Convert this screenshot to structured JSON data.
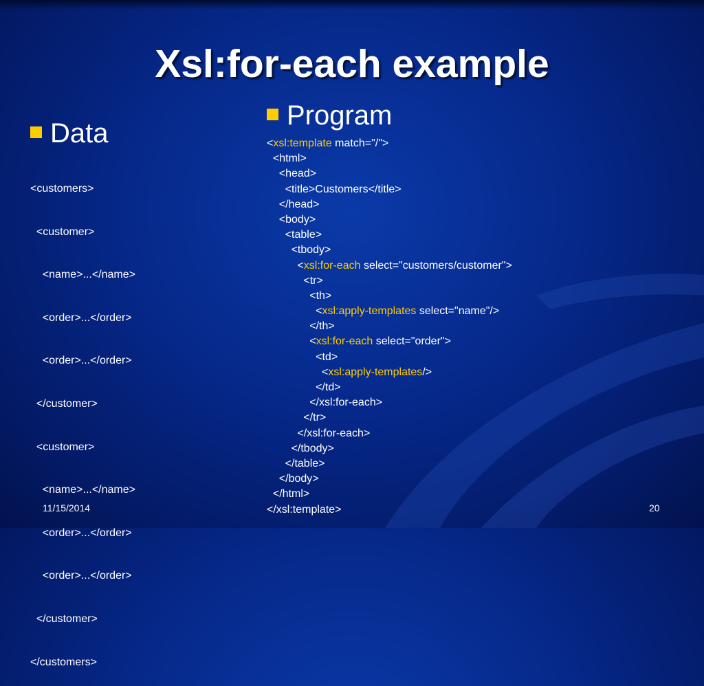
{
  "slide": {
    "title": "Xsl:for-each example",
    "date": "11/15/2014",
    "page_number": "20"
  },
  "colors": {
    "background": "#06288a",
    "bullet": "#ffcc00",
    "xsl_keyword": "#ffcc00",
    "text": "#ffffff"
  },
  "data_section": {
    "heading": "Data",
    "lines": [
      {
        "text": "<customers>"
      },
      {
        "text": "  <customer>"
      },
      {
        "text": "    <name>...</name>"
      },
      {
        "text": "    <order>...</order>"
      },
      {
        "text": "    <order>...</order>"
      },
      {
        "text": "  </customer>"
      },
      {
        "text": "  <customer>"
      },
      {
        "text": "    <name>...</name>"
      },
      {
        "text": "    <order>...</order>"
      },
      {
        "text": "    <order>...</order>"
      },
      {
        "text": "  </customer>"
      },
      {
        "text": "</customers>"
      }
    ]
  },
  "program_section": {
    "heading": "Program",
    "lines": [
      {
        "pre": "<",
        "kw": "xsl:template",
        "post": " match=\"/\">"
      },
      {
        "pre": "  <html>",
        "kw": "",
        "post": ""
      },
      {
        "pre": "    <head>",
        "kw": "",
        "post": ""
      },
      {
        "pre": "      <title>Customers</title>",
        "kw": "",
        "post": ""
      },
      {
        "pre": "    </head>",
        "kw": "",
        "post": ""
      },
      {
        "pre": "    <body>",
        "kw": "",
        "post": ""
      },
      {
        "pre": "      <table>",
        "kw": "",
        "post": ""
      },
      {
        "pre": "        <tbody>",
        "kw": "",
        "post": ""
      },
      {
        "pre": "          <",
        "kw": "xsl:for-each",
        "post": " select=\"customers/customer\">"
      },
      {
        "pre": "            <tr>",
        "kw": "",
        "post": ""
      },
      {
        "pre": "              <th>",
        "kw": "",
        "post": ""
      },
      {
        "pre": "                <",
        "kw": "xsl:apply-templates",
        "post": " select=\"name\"/>"
      },
      {
        "pre": "              </th>",
        "kw": "",
        "post": ""
      },
      {
        "pre": "              <",
        "kw": "xsl:for-each",
        "post": " select=\"order\">"
      },
      {
        "pre": "                <td>",
        "kw": "",
        "post": ""
      },
      {
        "pre": "                  <",
        "kw": "xsl:apply-templates",
        "post": "/>"
      },
      {
        "pre": "                </td>",
        "kw": "",
        "post": ""
      },
      {
        "pre": "              </xsl:for-each>",
        "kw": "",
        "post": ""
      },
      {
        "pre": "            </tr>",
        "kw": "",
        "post": ""
      },
      {
        "pre": "          </xsl:for-each>",
        "kw": "",
        "post": ""
      },
      {
        "pre": "        </tbody>",
        "kw": "",
        "post": ""
      },
      {
        "pre": "      </table>",
        "kw": "",
        "post": ""
      },
      {
        "pre": "    </body>",
        "kw": "",
        "post": ""
      },
      {
        "pre": "  </html>",
        "kw": "",
        "post": ""
      },
      {
        "pre": "</xsl:template>",
        "kw": "",
        "post": ""
      }
    ]
  }
}
